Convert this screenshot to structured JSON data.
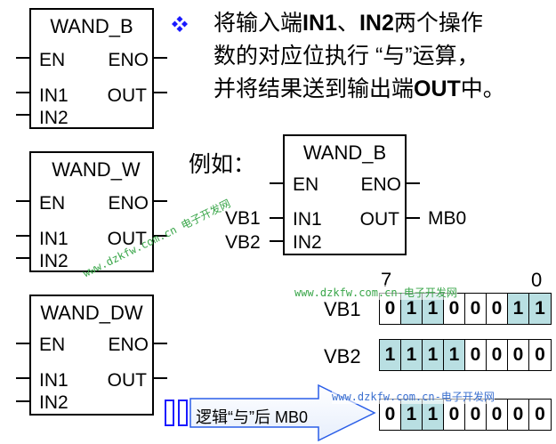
{
  "blocks": [
    {
      "id": "wand-b",
      "title": "WAND_B",
      "pins": {
        "en": "EN",
        "eno": "ENO",
        "in1": "IN1",
        "out": "OUT",
        "in2": "IN2"
      }
    },
    {
      "id": "wand-w",
      "title": "WAND_W",
      "pins": {
        "en": "EN",
        "eno": "ENO",
        "in1": "IN1",
        "out": "OUT",
        "in2": "IN2"
      }
    },
    {
      "id": "wand-dw",
      "title": "WAND_DW",
      "pins": {
        "en": "EN",
        "eno": "ENO",
        "in1": "IN1",
        "out": "OUT",
        "in2": "IN2"
      }
    },
    {
      "id": "example",
      "title": "WAND_B",
      "pins": {
        "en": "EN",
        "eno": "ENO",
        "in1": "IN1",
        "out": "OUT",
        "in2": "IN2"
      }
    }
  ],
  "description": {
    "bullet_icon": "diamond-cluster-icon",
    "line1_a": "将输入端",
    "line1_b": "IN1",
    "line1_c": "、",
    "line1_d": "IN2",
    "line1_e": "两个操作",
    "line2": "数的对应位执行 “与”运算，",
    "line3_a": "并将结果送到输出端",
    "line3_b": "OUT",
    "line3_c": "中。"
  },
  "example": {
    "label": "例如：",
    "in1_operand": "VB1",
    "in2_operand": "VB2",
    "out_operand": "MB0"
  },
  "bit_table": {
    "msb_label": "7",
    "lsb_label": "0",
    "rows": [
      {
        "label": "VB1",
        "bits": [
          0,
          1,
          1,
          0,
          0,
          0,
          1,
          1
        ]
      },
      {
        "label": "VB2",
        "bits": [
          1,
          1,
          1,
          1,
          0,
          0,
          0,
          0
        ]
      },
      {
        "label": "逻辑“与”后 MB0",
        "bits": [
          0,
          1,
          1,
          0,
          0,
          0,
          0,
          0
        ]
      }
    ],
    "highlight_color": "#b9dfe2"
  },
  "arrow": {
    "label": "逻辑“与”后 MB0",
    "border_color": "#2a5ee8"
  },
  "watermarks": {
    "diag": "www.dzkfw.com.cn 电子开发网",
    "row1": "www.dzkfw.com.cn-电子开发网",
    "row3": "www.dzkfw.com.cn-电子开发网"
  },
  "colors": {
    "bullet": "#1a1aff",
    "watermark_green": "#3aa64a",
    "watermark_blue": "#3a6fcf"
  }
}
